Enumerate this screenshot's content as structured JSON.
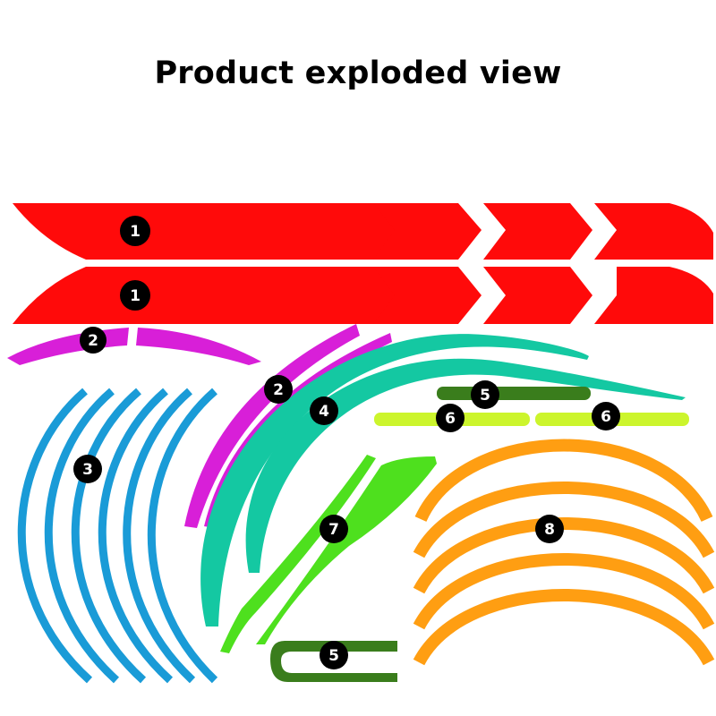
{
  "title": "Product exploded view",
  "colors": {
    "part_1": "#ff0a0a",
    "part_2": "#d81fd8",
    "part_3": "#1a9bd7",
    "part_4": "#14c8a2",
    "part_5": "#3a7d1c",
    "part_6": "#ccf52d",
    "part_7": "#4ee01e",
    "part_8": "#ff9e12",
    "marker": "#000000"
  },
  "callouts": [
    {
      "id": "callout-1a",
      "part": "1",
      "label": "1"
    },
    {
      "id": "callout-1b",
      "part": "1",
      "label": "1"
    },
    {
      "id": "callout-2a",
      "part": "2",
      "label": "2"
    },
    {
      "id": "callout-2b",
      "part": "2",
      "label": "2"
    },
    {
      "id": "callout-3",
      "part": "3",
      "label": "3"
    },
    {
      "id": "callout-4",
      "part": "4",
      "label": "4"
    },
    {
      "id": "callout-5a",
      "part": "5",
      "label": "5"
    },
    {
      "id": "callout-5b",
      "part": "5",
      "label": "5"
    },
    {
      "id": "callout-6a",
      "part": "6",
      "label": "6"
    },
    {
      "id": "callout-6b",
      "part": "6",
      "label": "6"
    },
    {
      "id": "callout-7",
      "part": "7",
      "label": "7"
    },
    {
      "id": "callout-8",
      "part": "8",
      "label": "8"
    }
  ]
}
